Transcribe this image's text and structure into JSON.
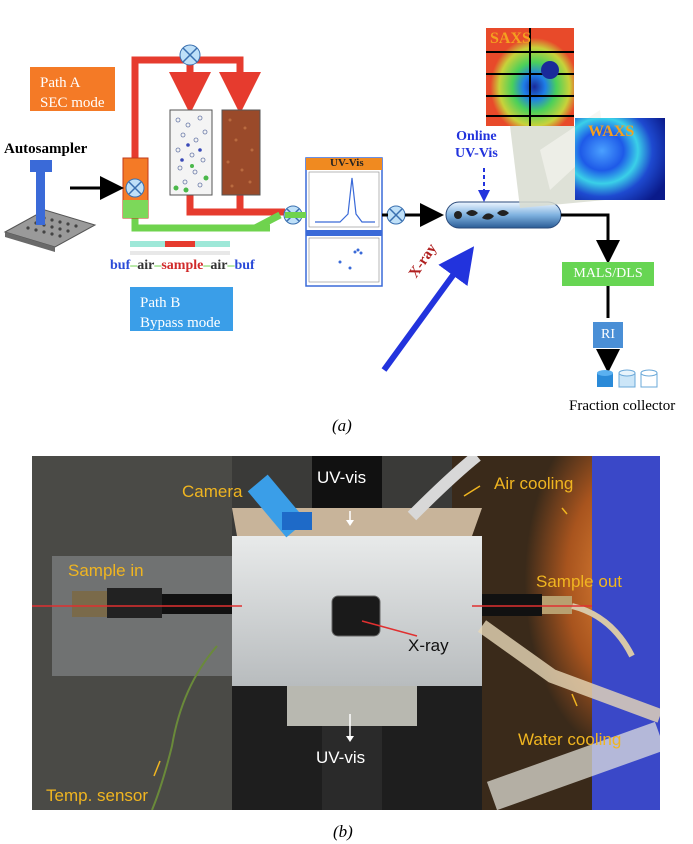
{
  "panel_a": {
    "autosampler": "Autosampler",
    "path_a_line1": "Path A",
    "path_a_line2": "SEC mode",
    "path_b_line1": "Path B",
    "path_b_line2": "Bypass mode",
    "seg_buf1": "buf",
    "seg_air1": "air",
    "seg_sample": "sample",
    "seg_air2": "air",
    "seg_buf2": "buf",
    "uvvis_box": "UV-Vis",
    "online_line1": "Online",
    "online_line2": "UV-Vis",
    "saxs": "SAXS",
    "waxs": "WAXS",
    "xray": "X-ray",
    "mals": "MALS/DLS",
    "ri": "RI",
    "fraction": "Fraction collector",
    "caption": "(a)"
  },
  "panel_b": {
    "camera": "Camera",
    "uvvis_top": "UV-vis",
    "air_cooling": "Air cooling",
    "sample_in": "Sample in",
    "sample_out": "Sample out",
    "xray": "X-ray",
    "water_cooling": "Water cooling",
    "uvvis_bottom": "UV-vis",
    "temp_sensor": "Temp. sensor",
    "caption": "(b)"
  },
  "colors": {
    "red_path": "#e63b2e",
    "green_path": "#6fd34e",
    "orange_box": "#f47a26",
    "blue_box": "#3a9ee8",
    "xray_arrow": "#2233dd",
    "label_yellow": "#f0b520"
  }
}
